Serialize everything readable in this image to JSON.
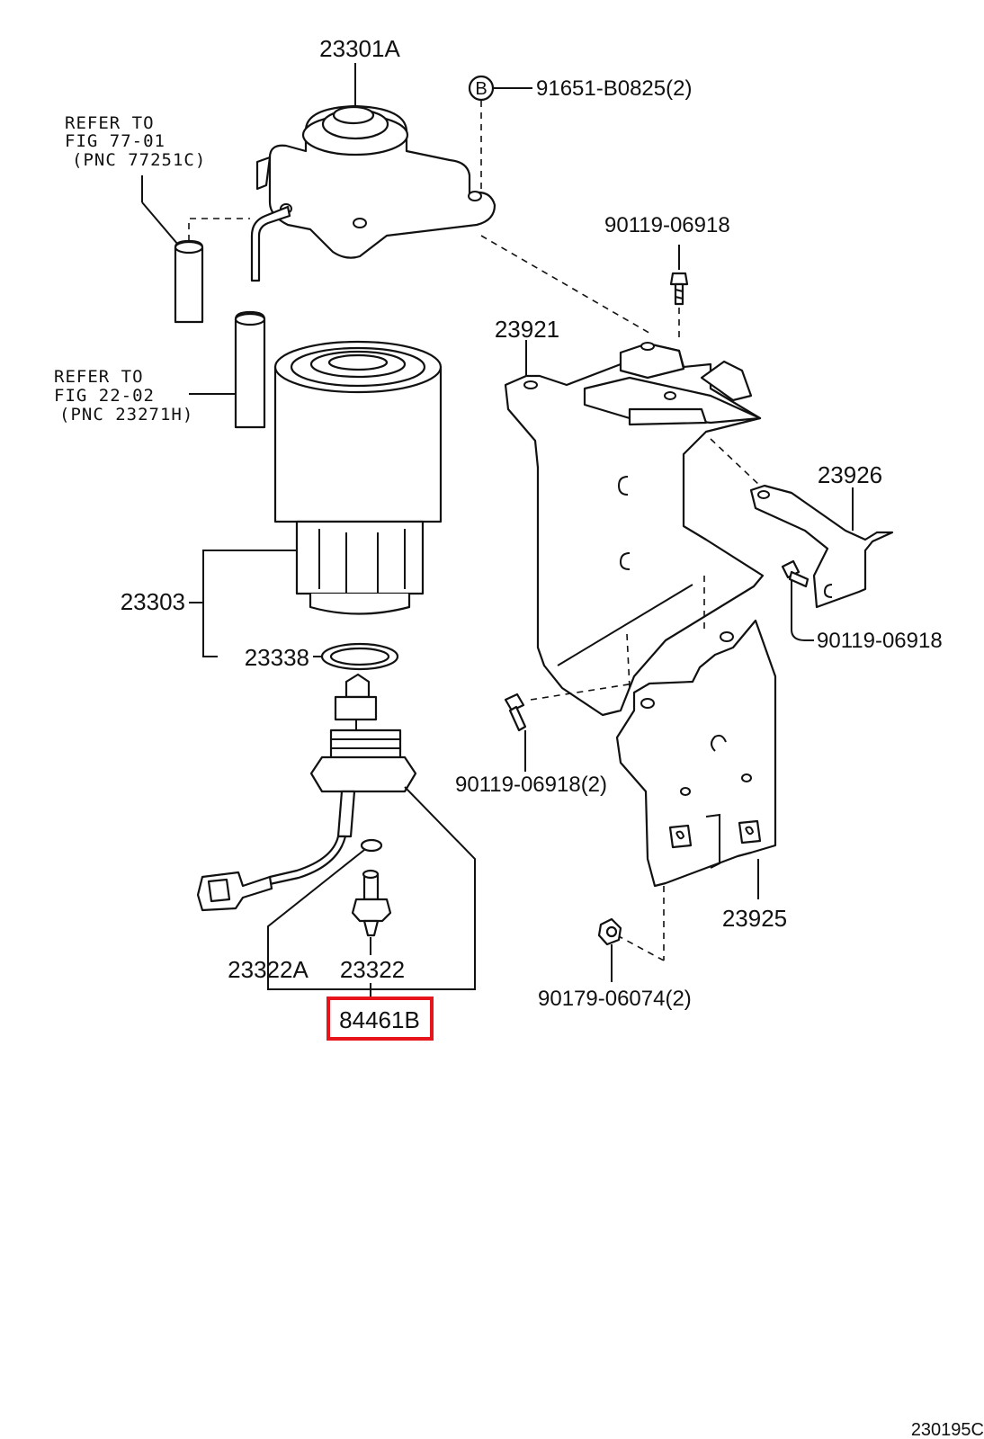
{
  "parts": {
    "p23301A": "23301A",
    "p91651": "91651-B0825(2)",
    "circle_b": "B",
    "p90119_top": "90119-06918",
    "p23921": "23921",
    "p23926": "23926",
    "p90119_right": "90119-06918",
    "p23303": "23303",
    "p23338": "23338",
    "p90119_mid": "90119-06918(2)",
    "p23925": "23925",
    "p23322A": "23322A",
    "p23322": "23322",
    "p90179": "90179-06074(2)",
    "p84461B": "84461B"
  },
  "refs": {
    "ref1": {
      "line1": "REFER TO",
      "line2": "FIG 77-01",
      "line3": "(PNC 77251C)"
    },
    "ref2": {
      "line1": "REFER TO",
      "line2": "FIG 22-02",
      "line3": "(PNC 23271H)"
    }
  },
  "figure_id": "230195C",
  "colors": {
    "highlight": "#e8141c",
    "ink": "#111111"
  }
}
